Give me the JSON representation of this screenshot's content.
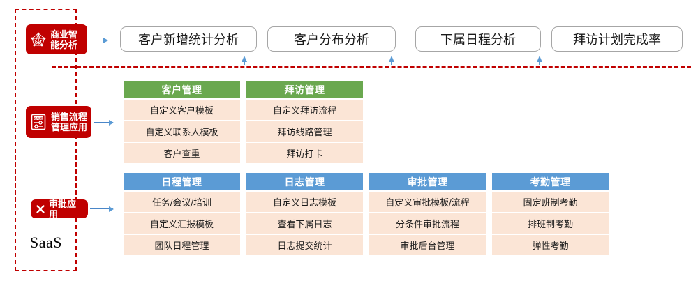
{
  "container": {
    "label": "SaaS",
    "border_color": "#c00000"
  },
  "apps": [
    {
      "id": "bi",
      "label": "商业智\n能分析",
      "icon": "network-graph-icon",
      "color": "#c00000"
    },
    {
      "id": "sales",
      "label": "销售流程\n管理应用",
      "icon": "sale-slider-icon",
      "color": "#c00000"
    },
    {
      "id": "approval",
      "label": "审批应用",
      "icon": "x-cross-icon",
      "color": "#c00000"
    }
  ],
  "analysis_buttons": [
    {
      "label": "客户新增统计分析"
    },
    {
      "label": "客户分布分析"
    },
    {
      "label": "下属日程分析"
    },
    {
      "label": "拜访计划完成率"
    }
  ],
  "modules": {
    "sales_row": [
      {
        "title": "客户管理",
        "color": "#6aa84f",
        "items": [
          "自定义客户模板",
          "自定义联系人模板",
          "客户查重"
        ]
      },
      {
        "title": "拜访管理",
        "color": "#6aa84f",
        "items": [
          "自定义拜访流程",
          "拜访线路管理",
          "拜访打卡"
        ]
      }
    ],
    "approval_row": [
      {
        "title": "日程管理",
        "color": "#5b9bd5",
        "items": [
          "任务/会议/培训",
          "自定义汇报模板",
          "团队日程管理"
        ]
      },
      {
        "title": "日志管理",
        "color": "#5b9bd5",
        "items": [
          "自定义日志模板",
          "查看下属日志",
          "日志提交统计"
        ]
      },
      {
        "title": "审批管理",
        "color": "#5b9bd5",
        "items": [
          "自定义审批模板/流程",
          "分条件审批流程",
          "审批后台管理"
        ]
      },
      {
        "title": "考勤管理",
        "color": "#5b9bd5",
        "items": [
          "固定班制考勤",
          "排班制考勤",
          "弹性考勤"
        ]
      }
    ]
  },
  "colors": {
    "brand_red": "#c00000",
    "green_header": "#6aa84f",
    "blue_header": "#5b9bd5",
    "row_bg": "#fbe5d6",
    "connector_blue": "#5b9bd5"
  }
}
